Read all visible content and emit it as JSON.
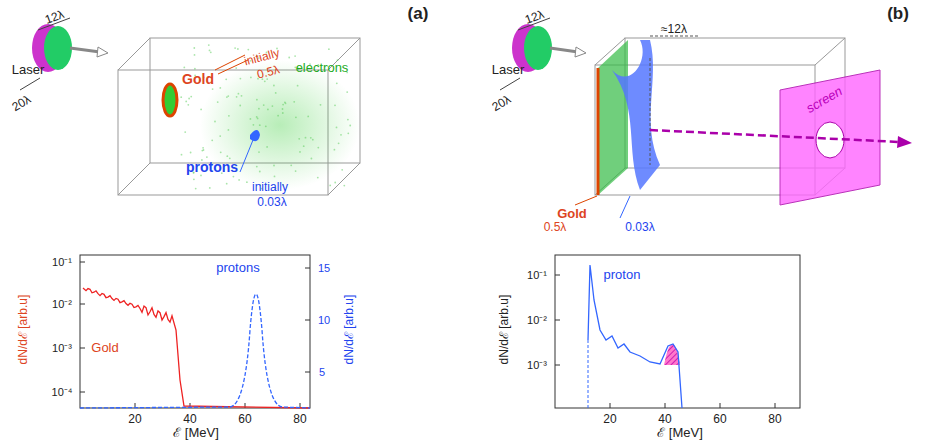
{
  "diagram": {
    "labels": [
      "(a)",
      "Laser",
      "12λ",
      "20λ",
      "Gold",
      "initially",
      "0.5λ",
      "protons",
      "initially",
      "0.03λ",
      "electrons",
      "dN/dℰ [arb.u]",
      "10⁻¹",
      "10⁻²",
      "10⁻³",
      "10⁻⁴",
      "15",
      "10",
      "5",
      "dN/dℰ [arb.u]",
      "20",
      "40",
      "60",
      "80",
      "ℰ [MeV]",
      "Gold",
      "protons",
      "(b)",
      "Laser",
      "12λ",
      "20λ",
      "≈12λ",
      "screen",
      "Gold",
      "0.5λ",
      "0.03λ",
      "dN/dℰ [arb.u]",
      "10⁻¹",
      "10⁻²",
      "10⁻³",
      "20",
      "40",
      "60",
      "80",
      "ℰ [MeV]",
      "proton"
    ]
  }
}
